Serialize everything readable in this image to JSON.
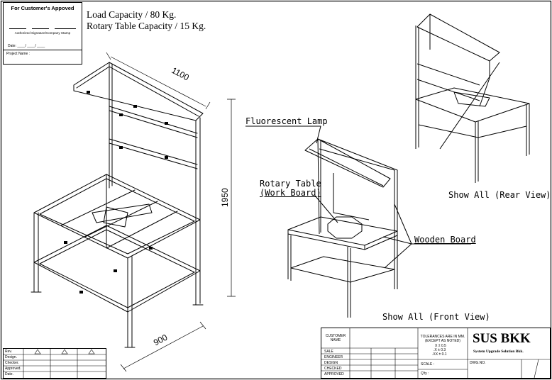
{
  "approval": {
    "title": "For Customer's  Appoved",
    "signature_label": "Authorized Signature/Company Stamp",
    "date_label": "Date: ____/ ____/ ____",
    "project_label": "Project Name :"
  },
  "capacity": {
    "load": "Load Capacity / 80 Kg.",
    "rotary": "Rotary Table Capacity / 15 Kg."
  },
  "dimensions": {
    "width": "1100",
    "height": "1950",
    "depth": "900"
  },
  "callouts": {
    "lamp": "Fluorescent Lamp",
    "rotary_line1": "Rotary Table",
    "rotary_line2": "(Work Board)",
    "wooden_board": "Wooden Board"
  },
  "views": {
    "front": "Show All (Front View)",
    "rear": "Show All (Rear View)"
  },
  "revision_table": {
    "rows": [
      "Rev.",
      "Design.",
      "Checker.",
      "Approved.",
      "Date."
    ]
  },
  "title_block": {
    "customer_name_line1": "CUSTOMER",
    "customer_name_line2": "NAME",
    "roles": [
      "SALE",
      "ENGINEER",
      "DESIGN",
      "CHECKED",
      "APPROVED"
    ],
    "tolerances_line1": "TOLERANCES ARE IN MM.",
    "tolerances_line2": "(EXCEPT AS NOTED)",
    "tol_x": "X   ±  0.5",
    "tol_xx": ".X   ±  0.3",
    "tol_xxx": ".XX  ±  0.1",
    "scale_label": "SCALE :",
    "qty_label": "Q'ty :",
    "brand": "SUS BKK",
    "brand_subtitle": "System Upgrade Solution Bkk.",
    "dwg_no_label": "DWG.NO."
  }
}
